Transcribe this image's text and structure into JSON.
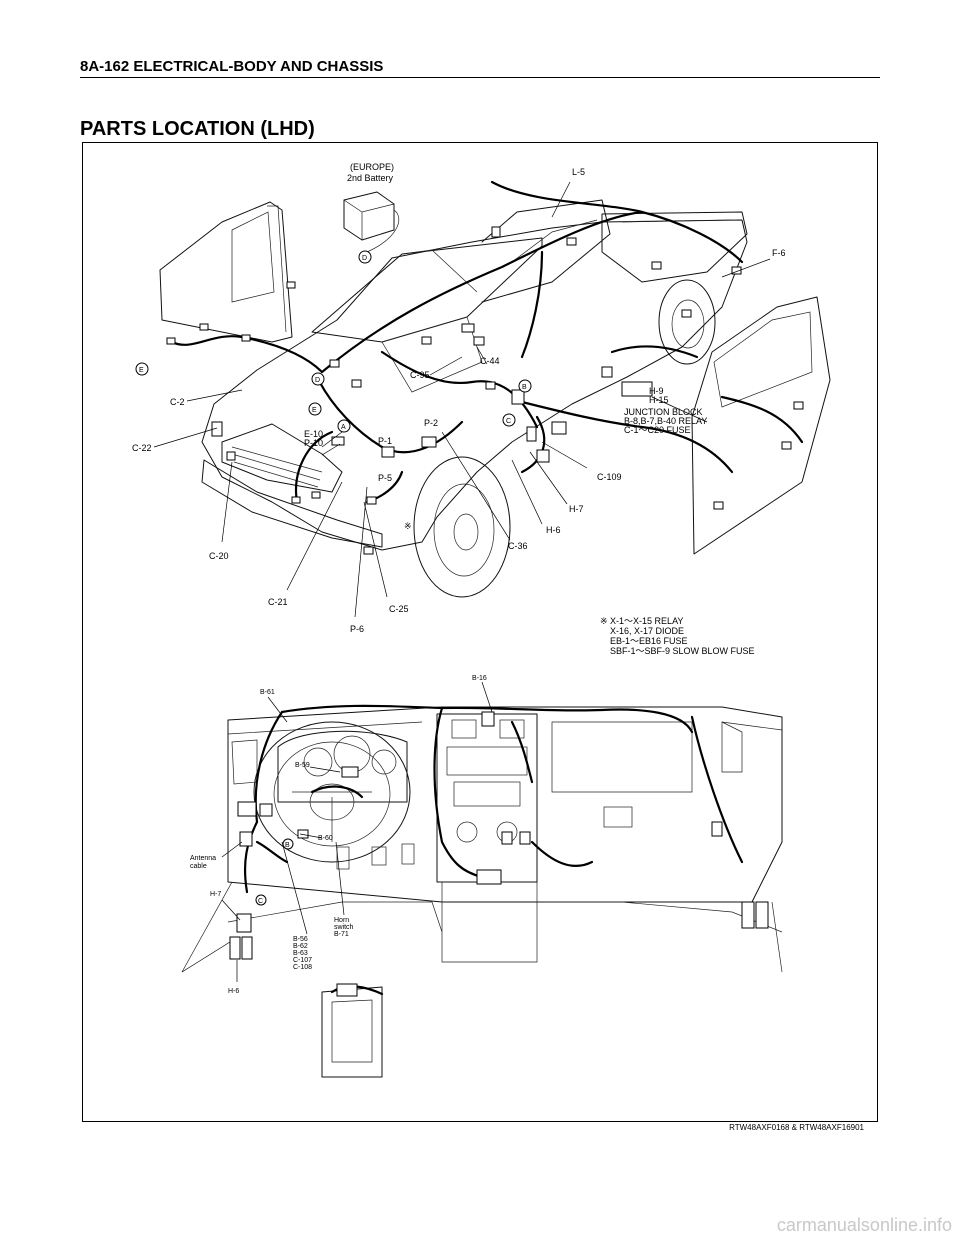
{
  "header": {
    "page_ref": "8A-162  ELECTRICAL-BODY AND CHASSIS"
  },
  "title": "PARTS LOCATION (LHD)",
  "figure_ref": "RTW48AXF0168 & RTW48AXF16901",
  "watermark": "carmanualsonline.info",
  "upper_labels": {
    "europe": "(EUROPE)",
    "battery": "2nd Battery",
    "l5": "L-5",
    "f6": "F-6",
    "c44": "C-44",
    "c95": "C-95",
    "h9": "H-9",
    "h15": "H-15",
    "jb1": "JUNCTION BLOCK",
    "jb2": "B-8,B-7,B-40 RELAY",
    "jb3": "C-1～C20 FUSE",
    "c2": "C-2",
    "c22": "C-22",
    "e10": "E-10",
    "p10": "P-10",
    "p1": "P-1",
    "p2": "P-2",
    "p5": "P-5",
    "c109": "C-109",
    "h7": "H-7",
    "h6": "H-6",
    "c36": "C-36",
    "c20": "C-20",
    "c21": "C-21",
    "c25": "C-25",
    "p6": "P-6",
    "mark": "※"
  },
  "legend": {
    "line1": "※ X-1～X-15       RELAY",
    "line2": "X-16, X-17       DIODE",
    "line3": "EB-1～EB16     FUSE",
    "line4": "SBF-1～SBF-9 SLOW BLOW FUSE"
  },
  "circle_letters": {
    "d": "D",
    "e": "E",
    "a": "A",
    "b": "B",
    "c": "C"
  },
  "lower_labels": {
    "b61": "B-61",
    "b16": "B-16",
    "b59": "B-59",
    "b60": "B-60",
    "antenna1": "Antenna",
    "antenna2": "cable",
    "h7": "H-7",
    "h6": "H-6",
    "horn1": "Horn",
    "horn2": "switch",
    "horn3": "B-71",
    "b56": "B-56",
    "b62": "B-62",
    "b63": "B-63",
    "c107": "C-107",
    "c108": "C-108",
    "circ_b": "B",
    "circ_c": "C"
  }
}
